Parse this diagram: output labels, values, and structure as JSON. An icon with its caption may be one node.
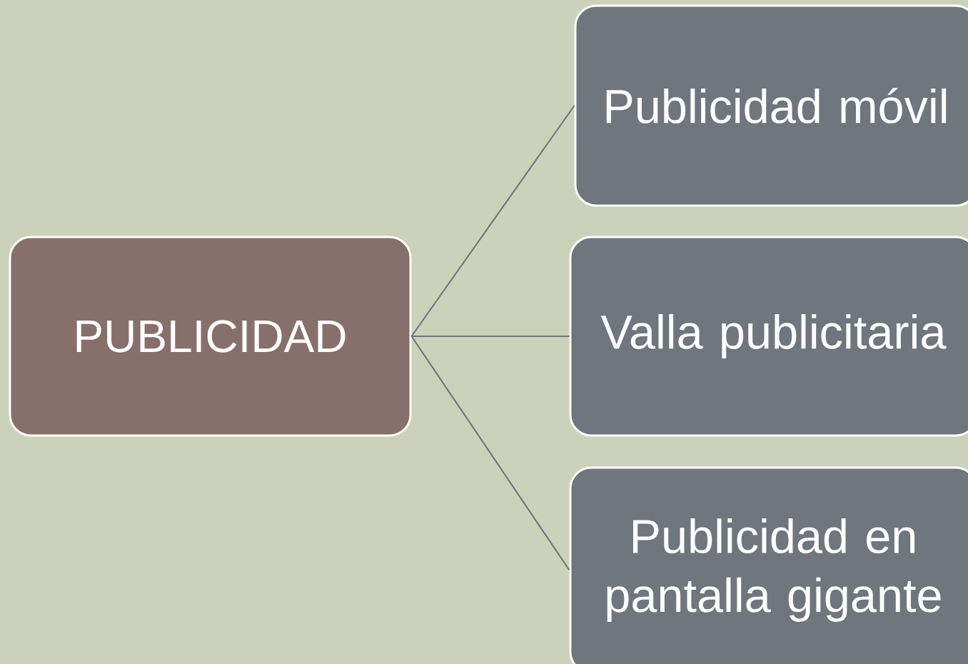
{
  "diagram": {
    "nodes": [
      {
        "text": [
          "PUBLICIDAD"
        ]
      },
      {
        "text": [
          "Publicidad móvil"
        ]
      },
      {
        "text": [
          "Valla publicitaria"
        ]
      },
      {
        "text": [
          "Publicidad en pantalla gigante"
        ]
      }
    ],
    "edges": [
      {
        "from": 0,
        "to": 1,
        "arrow": "none"
      },
      {
        "from": 0,
        "to": 2,
        "arrow": "none"
      },
      {
        "from": 0,
        "to": 3,
        "arrow": "none"
      }
    ]
  }
}
